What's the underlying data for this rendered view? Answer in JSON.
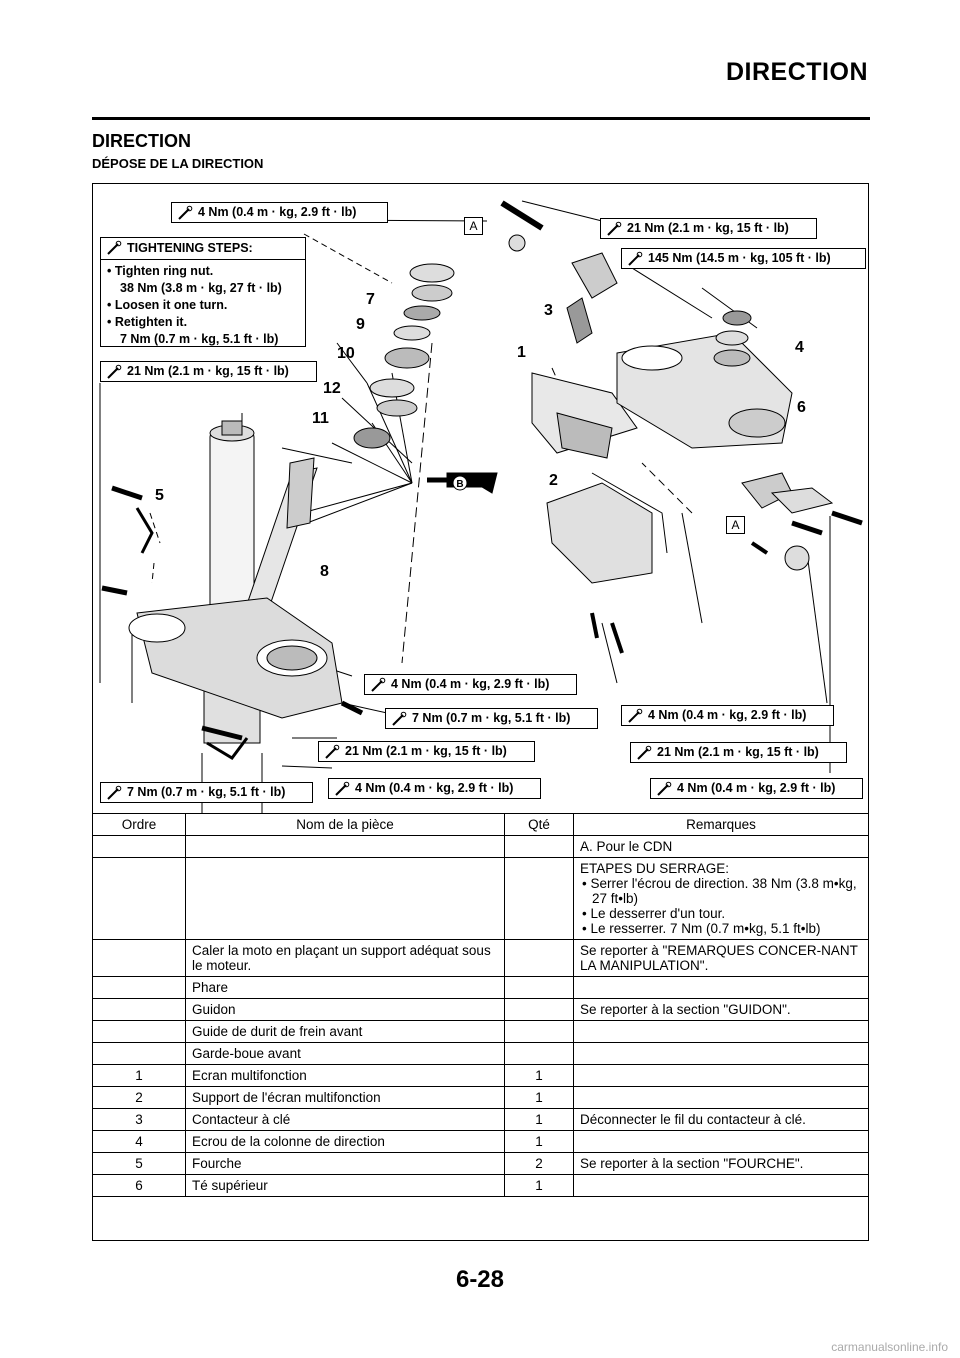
{
  "header": {
    "title": "DIRECTION"
  },
  "section": {
    "title": "DIRECTION",
    "subtitle": "DÉPOSE DE LA DIRECTION"
  },
  "diagram": {
    "torques": [
      "4 Nm (0.4 m · kg, 2.9 ft · lb)",
      "21 Nm (2.1 m · kg, 15 ft · lb)",
      "145 Nm (14.5 m · kg, 105 ft · lb)",
      "21 Nm (2.1 m · kg, 15 ft · lb)",
      "4 Nm (0.4 m · kg, 2.9 ft · lb)",
      "7 Nm (0.7 m · kg, 5.1 ft · lb)",
      "4 Nm (0.4 m · kg, 2.9 ft · lb)",
      "21 Nm (2.1 m · kg, 15 ft · lb)",
      "21 Nm (2.1 m · kg, 15 ft · lb)",
      "7 Nm (0.7 m · kg, 5.1 ft · lb)",
      "4 Nm (0.4 m · kg, 2.9 ft · lb)",
      "4 Nm (0.4 m · kg, 2.9 ft · lb)"
    ],
    "tightening": {
      "title": "TIGHTENING STEPS:",
      "step1": "• Tighten ring nut.",
      "step1_value": "38 Nm (3.8 m · kg, 27 ft · lb)",
      "step2": "• Loosen it one turn.",
      "step3": "• Retighten it.",
      "step3_value": "7 Nm (0.7 m · kg, 5.1 ft · lb)"
    },
    "callouts": [
      "1",
      "2",
      "3",
      "4",
      "5",
      "6",
      "7",
      "8",
      "9",
      "10",
      "11",
      "12"
    ],
    "label_a": "A",
    "label_b": "B"
  },
  "table": {
    "headers": {
      "order": "Ordre",
      "name": "Nom de la pièce",
      "qty": "Qté",
      "remarks": "Remarques"
    },
    "note_a": "A.    Pour le CDN",
    "steps_title": "ETAPES DU SERRAGE:",
    "steps": [
      "• Serrer l'écrou de direction. 38 Nm (3.8 m•kg, 27 ft•lb)",
      "• Le desserrer d'un tour.",
      "• Le resserrer. 7 Nm (0.7 m•kg, 5.1 ft•lb)"
    ],
    "rows": [
      {
        "order": "",
        "name": "Caler la moto en plaçant un support adéquat sous le moteur.",
        "qty": "",
        "remarks": "Se reporter à \"REMARQUES CONCER-NANT LA MANIPULATION\"."
      },
      {
        "order": "",
        "name": "Phare",
        "qty": "",
        "remarks": ""
      },
      {
        "order": "",
        "name": "Guidon",
        "qty": "",
        "remarks": "Se reporter à la section \"GUIDON\"."
      },
      {
        "order": "",
        "name": "Guide de durit de frein avant",
        "qty": "",
        "remarks": ""
      },
      {
        "order": "",
        "name": "Garde-boue avant",
        "qty": "",
        "remarks": ""
      },
      {
        "order": "1",
        "name": "Ecran multifonction",
        "qty": "1",
        "remarks": ""
      },
      {
        "order": "2",
        "name": "Support de l'écran multifonction",
        "qty": "1",
        "remarks": ""
      },
      {
        "order": "3",
        "name": "Contacteur à clé",
        "qty": "1",
        "remarks": "Déconnecter le fil du contacteur à clé."
      },
      {
        "order": "4",
        "name": "Ecrou de la colonne de direction",
        "qty": "1",
        "remarks": ""
      },
      {
        "order": "5",
        "name": "Fourche",
        "qty": "2",
        "remarks": "Se reporter à la section \"FOURCHE\"."
      },
      {
        "order": "6",
        "name": "Té supérieur",
        "qty": "1",
        "remarks": ""
      }
    ]
  },
  "page_number": "6-28",
  "footer": "carmanualsonline.info"
}
